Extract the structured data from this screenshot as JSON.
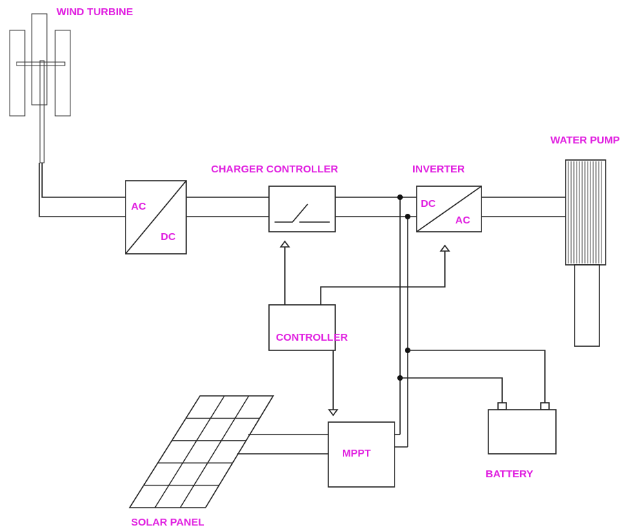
{
  "labels": {
    "wind_turbine": "WIND TURBINE",
    "charger_controller": "CHARGER CONTROLLER",
    "inverter": "INVERTER",
    "water_pump": "WATER PUMP",
    "controller": "CONTROLLER",
    "mppt": "MPPT",
    "battery": "BATTERY",
    "solar_panel": "SOLAR PANEL",
    "rectifier_in": "AC",
    "rectifier_out": "DC",
    "inverter_in": "DC",
    "inverter_out": "AC"
  },
  "colors": {
    "label": "#e020e0",
    "line": "#222222"
  }
}
